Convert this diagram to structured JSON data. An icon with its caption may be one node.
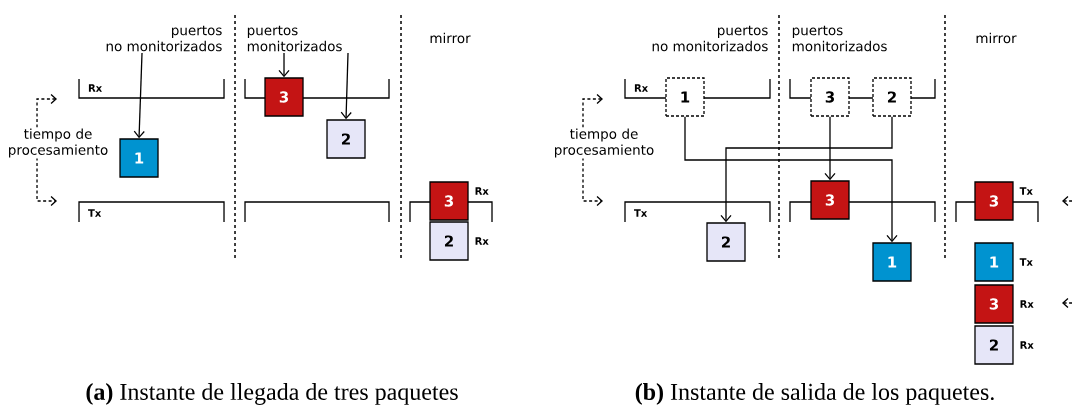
{
  "diagram": {
    "nodes": [
      {
        "text": [
          "puertos no monitorizados"
        ]
      },
      {
        "text": [
          "1"
        ]
      },
      {
        "text": [
          "puertos monitorizados"
        ]
      },
      {
        "text": [
          "3"
        ]
      },
      {
        "text": [
          "2"
        ]
      },
      {
        "text": [
          "3"
        ],
        "beside": [
          "Rx"
        ]
      },
      {
        "text": [
          "2"
        ],
        "beside": [
          "Rx"
        ]
      },
      {
        "text": [
          "1"
        ]
      },
      {
        "text": [
          "3"
        ]
      },
      {
        "text": [
          "2"
        ]
      },
      {
        "text": [
          "3"
        ]
      },
      {
        "text": [
          "2"
        ]
      },
      {
        "text": [
          "1"
        ]
      },
      {
        "text": [
          "3"
        ],
        "beside": [
          "Tx"
        ]
      },
      {
        "text": [
          "1"
        ],
        "beside": [
          "Tx"
        ]
      },
      {
        "text": [
          "3"
        ],
        "beside": [
          "Rx"
        ]
      },
      {
        "text": [
          "2"
        ],
        "beside": [
          "Rx"
        ]
      }
    ],
    "edges": [
      {
        "from": 0,
        "to": 1,
        "arrow": "to"
      },
      {
        "from": 2,
        "to": 3,
        "arrow": "to"
      },
      {
        "from": 2,
        "to": 4,
        "arrow": "to"
      },
      {
        "from": 7,
        "to": 12,
        "arrow": "to"
      },
      {
        "from": 8,
        "to": 10,
        "arrow": "to"
      },
      {
        "from": 9,
        "to": 11,
        "arrow": "to"
      }
    ],
    "labels": [
      "Rx",
      "Tx",
      "tiempo de procesamiento",
      "mirror",
      "puertos no monitorizados",
      "puertos monitorizados",
      "Rx",
      "Tx",
      "tiempo de procesamiento",
      "mirror",
      "**(a)** Instante de llegada de tres paquetes",
      "**(b)** Instante de salida de los paquetes."
    ]
  }
}
